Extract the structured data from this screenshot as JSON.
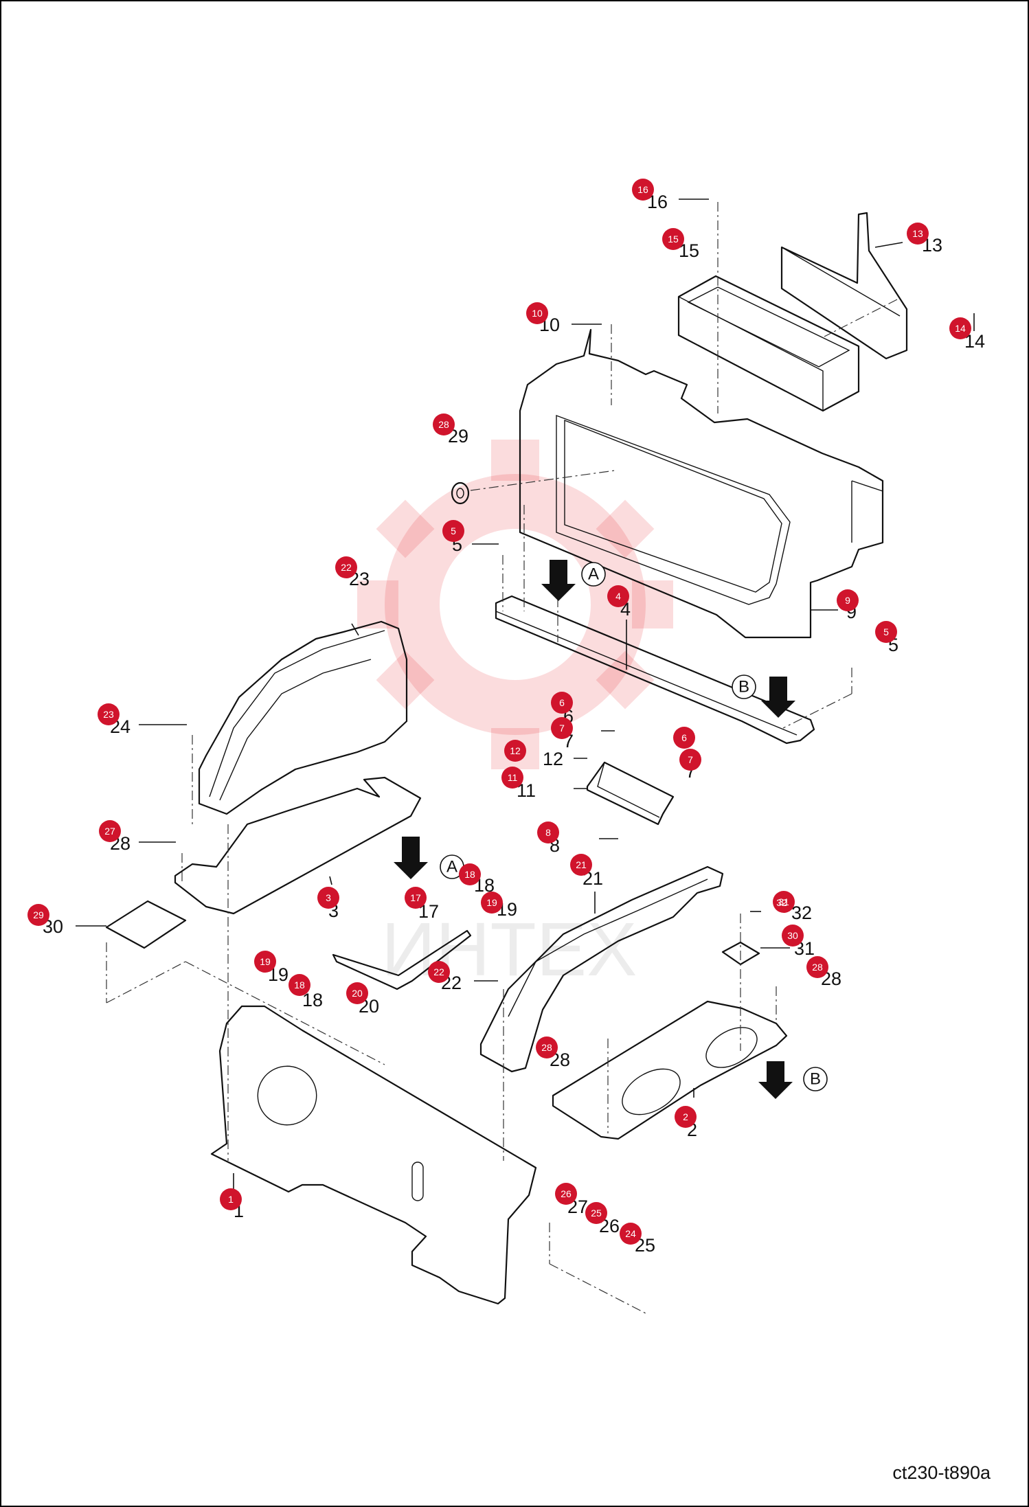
{
  "diagram": {
    "reference_code": "ct230-t890a",
    "watermark_text": "ИНТЕХ",
    "view_callouts": [
      "A",
      "A",
      "B",
      "B"
    ],
    "part_badges": [
      "1",
      "2",
      "3",
      "4",
      "5",
      "5",
      "6",
      "6",
      "7",
      "7",
      "8",
      "9",
      "10",
      "11",
      "12",
      "13",
      "14",
      "15",
      "16",
      "17",
      "18",
      "18",
      "19",
      "19",
      "20",
      "21",
      "22",
      "22",
      "23",
      "24",
      "25",
      "26",
      "27",
      "28",
      "28",
      "28",
      "29",
      "30",
      "31",
      "32"
    ],
    "part_labels": [
      "1",
      "2",
      "3",
      "4",
      "5",
      "5",
      "6",
      "7",
      "7",
      "8",
      "9",
      "10",
      "11",
      "12",
      "13",
      "14",
      "15",
      "16",
      "17",
      "18",
      "18",
      "19",
      "19",
      "20",
      "21",
      "22",
      "23",
      "24",
      "25",
      "26",
      "27",
      "28",
      "28",
      "28",
      "29",
      "30",
      "31",
      "32"
    ]
  }
}
